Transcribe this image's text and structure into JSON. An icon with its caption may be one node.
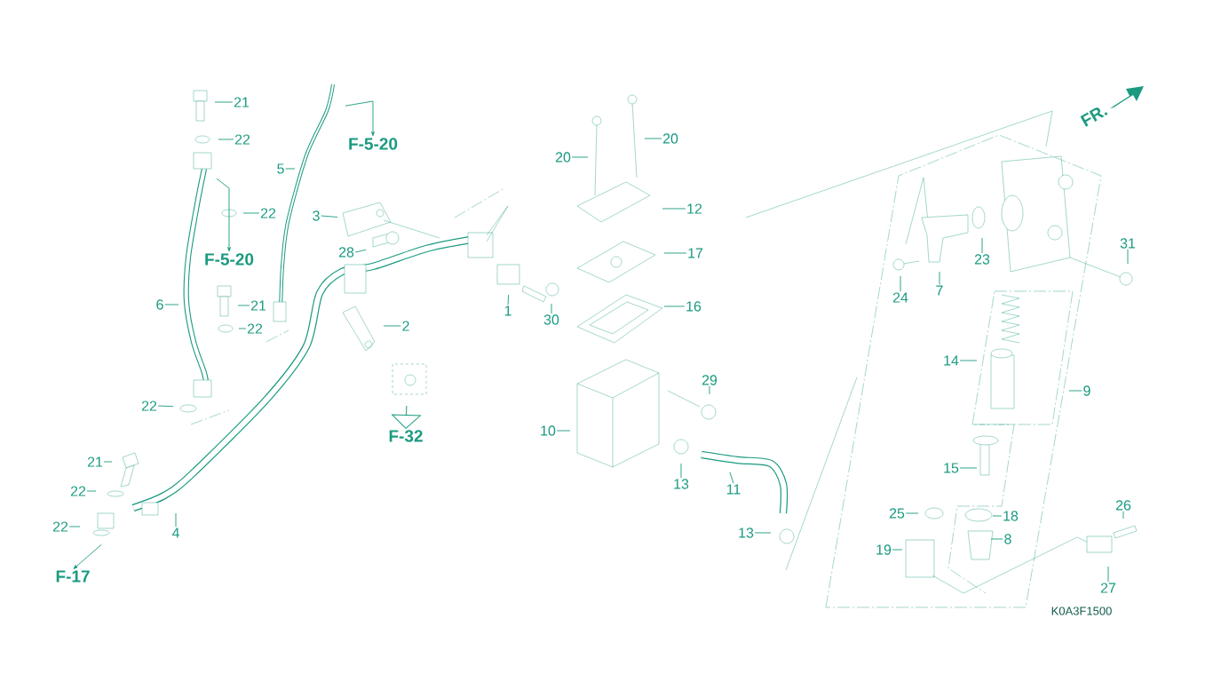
{
  "diagram": {
    "nodes": [
      {
        "text": [
          "21"
        ]
      },
      {
        "text": [
          "22"
        ]
      },
      {
        "text": [
          "22"
        ]
      },
      {
        "text": [
          "F-5-20"
        ]
      },
      {
        "text": [
          "6"
        ]
      },
      {
        "text": [
          "21"
        ]
      },
      {
        "text": [
          "22"
        ]
      },
      {
        "text": [
          "22"
        ]
      },
      {
        "text": [
          "5"
        ]
      },
      {
        "text": [
          "F-5-20"
        ]
      },
      {
        "text": [
          "3"
        ]
      },
      {
        "text": [
          "28"
        ]
      },
      {
        "text": [
          "2"
        ]
      },
      {
        "text": [
          "F-32"
        ]
      },
      {
        "text": [
          "1"
        ]
      },
      {
        "text": [
          "30"
        ]
      },
      {
        "text": [
          "20"
        ]
      },
      {
        "text": [
          "20"
        ]
      },
      {
        "text": [
          "12"
        ]
      },
      {
        "text": [
          "17"
        ]
      },
      {
        "text": [
          "16"
        ]
      },
      {
        "text": [
          "29"
        ]
      },
      {
        "text": [
          "10"
        ]
      },
      {
        "text": [
          "13"
        ]
      },
      {
        "text": [
          "11"
        ]
      },
      {
        "text": [
          "13"
        ]
      },
      {
        "text": [
          "21"
        ]
      },
      {
        "text": [
          "22"
        ]
      },
      {
        "text": [
          "4"
        ]
      },
      {
        "text": [
          "22"
        ]
      },
      {
        "text": [
          "F-17"
        ]
      },
      {
        "text": [
          "24"
        ]
      },
      {
        "text": [
          "7"
        ]
      },
      {
        "text": [
          "23"
        ]
      },
      {
        "text": [
          "31"
        ]
      },
      {
        "text": [
          "14"
        ]
      },
      {
        "text": [
          "9"
        ]
      },
      {
        "text": [
          "15"
        ]
      },
      {
        "text": [
          "25"
        ]
      },
      {
        "text": [
          "18"
        ]
      },
      {
        "text": [
          "8"
        ]
      },
      {
        "text": [
          "19"
        ]
      },
      {
        "text": [
          "26"
        ]
      },
      {
        "text": [
          "27"
        ]
      }
    ],
    "edges": [
      {
        "from": 0,
        "to": null,
        "arrow": "none"
      },
      {
        "from": 1,
        "to": null,
        "arrow": "none"
      },
      {
        "from": 2,
        "to": null,
        "arrow": "none"
      },
      {
        "from": null,
        "to": 3,
        "arrow": "to"
      },
      {
        "from": 4,
        "to": null,
        "arrow": "none"
      },
      {
        "from": 5,
        "to": null,
        "arrow": "none"
      },
      {
        "from": 6,
        "to": null,
        "arrow": "none"
      },
      {
        "from": 7,
        "to": null,
        "arrow": "none"
      },
      {
        "from": 8,
        "to": null,
        "arrow": "none"
      },
      {
        "from": null,
        "to": 9,
        "arrow": "to"
      },
      {
        "from": 10,
        "to": null,
        "arrow": "none"
      },
      {
        "from": 11,
        "to": null,
        "arrow": "none"
      },
      {
        "from": 12,
        "to": null,
        "arrow": "none"
      },
      {
        "from": null,
        "to": 13,
        "arrow": "to"
      },
      {
        "from": 14,
        "to": null,
        "arrow": "none"
      },
      {
        "from": 15,
        "to": null,
        "arrow": "none"
      },
      {
        "from": 16,
        "to": null,
        "arrow": "none"
      },
      {
        "from": 17,
        "to": null,
        "arrow": "none"
      },
      {
        "from": 18,
        "to": null,
        "arrow": "none"
      },
      {
        "from": 19,
        "to": null,
        "arrow": "none"
      },
      {
        "from": 20,
        "to": null,
        "arrow": "none"
      },
      {
        "from": 21,
        "to": null,
        "arrow": "none"
      },
      {
        "from": 22,
        "to": null,
        "arrow": "none"
      },
      {
        "from": 23,
        "to": null,
        "arrow": "none"
      },
      {
        "from": 24,
        "to": null,
        "arrow": "none"
      },
      {
        "from": 25,
        "to": null,
        "arrow": "none"
      },
      {
        "from": 26,
        "to": null,
        "arrow": "none"
      },
      {
        "from": 27,
        "to": null,
        "arrow": "none"
      },
      {
        "from": 28,
        "to": null,
        "arrow": "none"
      },
      {
        "from": 29,
        "to": null,
        "arrow": "none"
      },
      {
        "from": null,
        "to": 30,
        "arrow": "to"
      },
      {
        "from": 31,
        "to": null,
        "arrow": "none"
      },
      {
        "from": 32,
        "to": null,
        "arrow": "none"
      },
      {
        "from": 33,
        "to": null,
        "arrow": "none"
      },
      {
        "from": 34,
        "to": null,
        "arrow": "none"
      },
      {
        "from": 35,
        "to": null,
        "arrow": "none"
      },
      {
        "from": 36,
        "to": null,
        "arrow": "none"
      },
      {
        "from": 37,
        "to": null,
        "arrow": "none"
      },
      {
        "from": 38,
        "to": null,
        "arrow": "none"
      },
      {
        "from": 39,
        "to": null,
        "arrow": "none"
      },
      {
        "from": 40,
        "to": null,
        "arrow": "none"
      },
      {
        "from": 41,
        "to": null,
        "arrow": "none"
      },
      {
        "from": 42,
        "to": null,
        "arrow": "none"
      },
      {
        "from": 43,
        "to": null,
        "arrow": "none"
      }
    ],
    "labels": [
      "FR.",
      "K0A3F1500"
    ]
  }
}
